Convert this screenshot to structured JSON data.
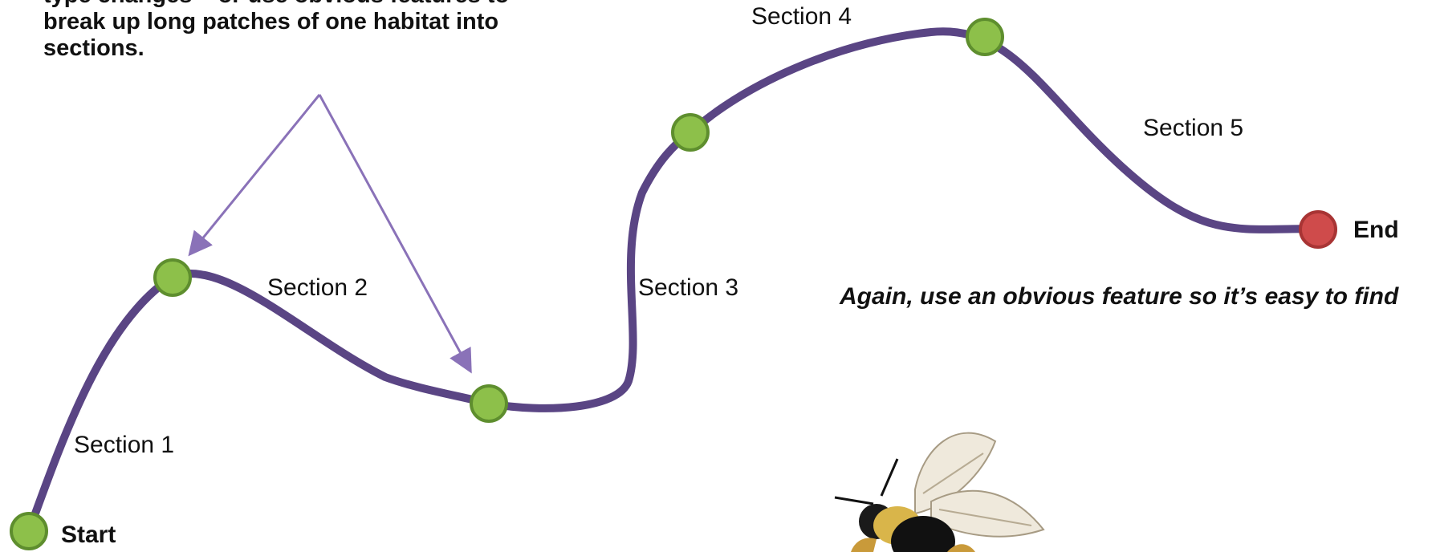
{
  "instruction_text": [
    "type changes – or use obvious features to",
    "break up long patches of one habitat into",
    "sections."
  ],
  "sections": [
    "Section 1",
    "Section 2",
    "Section 3",
    "Section 4",
    "Section 5"
  ],
  "start_label": "Start",
  "end_label": "End",
  "end_note": "Again, use an obvious feature so it’s easy to find",
  "colors": {
    "route": "#5a4584",
    "arrow": "#8a72b8",
    "waypoint_fill": "#8dc04a",
    "waypoint_stroke": "#5e8e2e",
    "end_fill": "#cf4b4b",
    "end_stroke": "#a83434"
  },
  "icons": [
    "bumblebee-illustration"
  ]
}
